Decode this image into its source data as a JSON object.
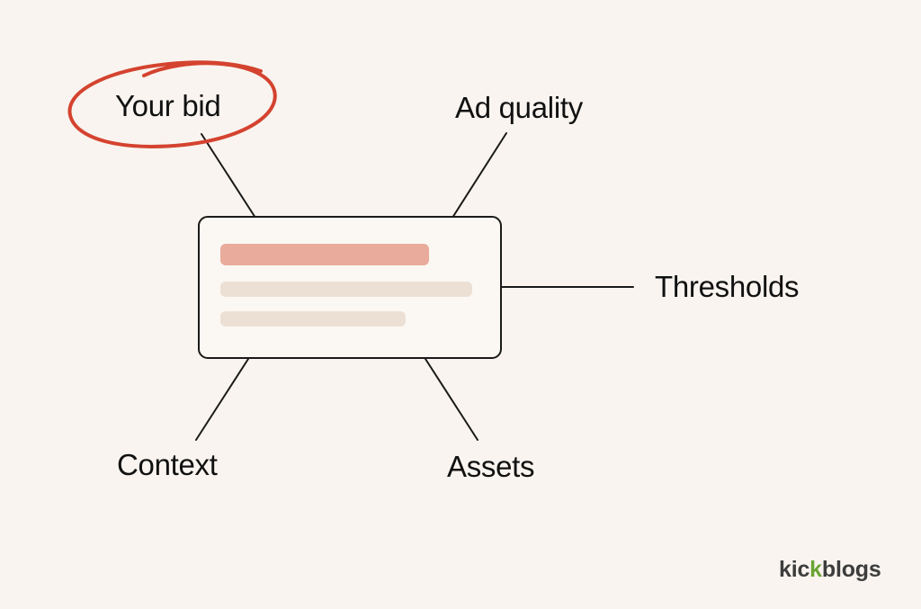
{
  "diagram": {
    "center": {
      "name": "ad-card",
      "bar_colors": [
        "#e9ab9b",
        "#ece0d5",
        "#ece0d5"
      ]
    },
    "labels": {
      "your_bid": "Your bid",
      "ad_quality": "Ad quality",
      "thresholds": "Thresholds",
      "context": "Context",
      "assets": "Assets"
    },
    "highlighted": "Your bid",
    "highlight_color": "#d4432f",
    "line_color": "#1a1a1a"
  },
  "brand": {
    "part_a": "kic",
    "part_b": "k",
    "part_c": "blogs",
    "accent_color": "#6aa534"
  },
  "colors": {
    "background": "#f9f4ef",
    "text": "#111111"
  }
}
